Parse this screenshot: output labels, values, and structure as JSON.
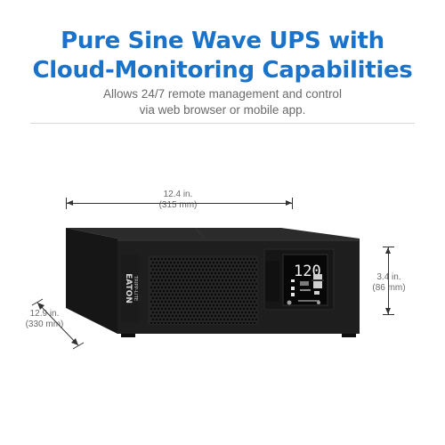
{
  "heading": {
    "line1": "Pure Sine Wave UPS with",
    "line2": "Cloud-Monitoring Capabilities"
  },
  "subheading": {
    "line1": "Allows 24/7 remote management and control",
    "line2": "via web browser or mobile app."
  },
  "dimensions": {
    "width": {
      "imperial": "12.4 in.",
      "metric": "(315 mm)"
    },
    "height": {
      "imperial": "3.4 in.",
      "metric": "(86 mm)"
    },
    "depth": {
      "imperial": "12.9 in.",
      "metric": "(330 mm)"
    }
  },
  "device": {
    "brand": "EATON",
    "sub_brand": "TRIPP-LITE",
    "display_value": "120"
  },
  "colors": {
    "heading": "#1a73c9",
    "body_text": "#6a6a6a",
    "device_body": "#1e1e1e"
  }
}
